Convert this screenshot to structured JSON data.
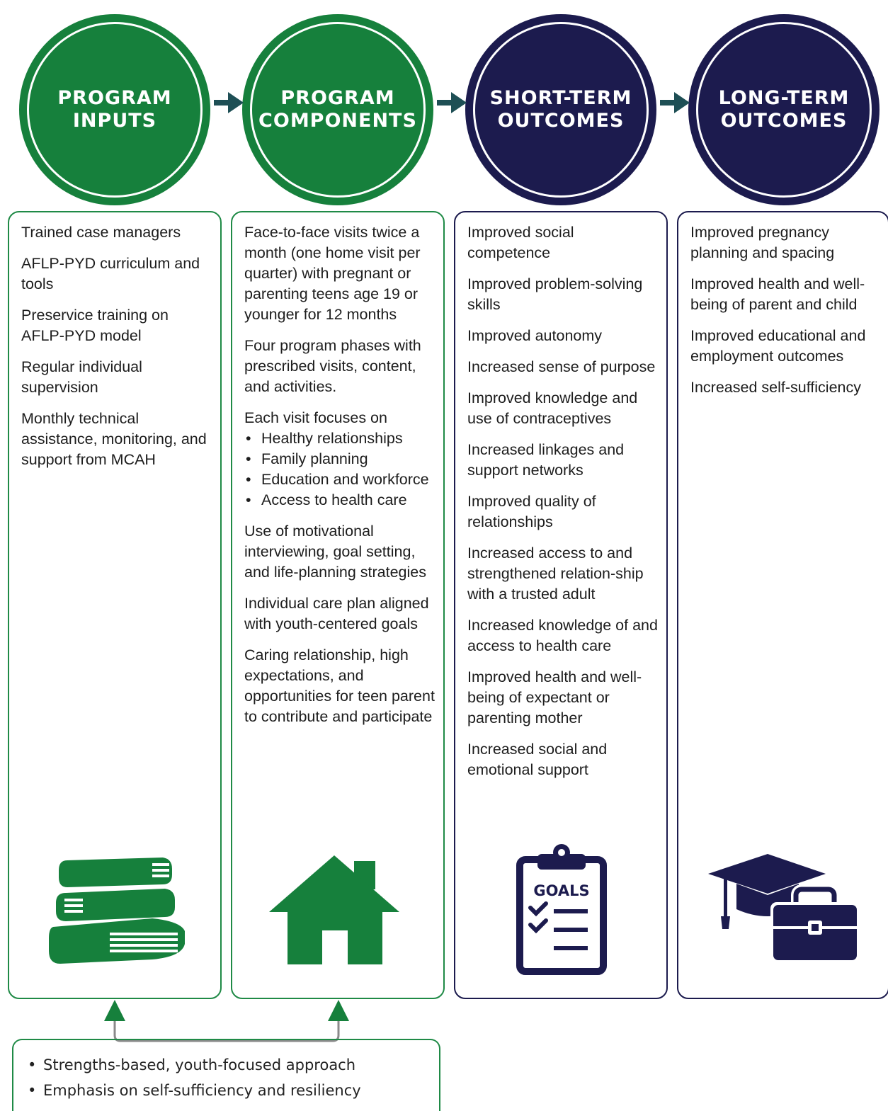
{
  "stages": [
    {
      "title": "PROGRAM\nINPUTS"
    },
    {
      "title": "PROGRAM\nCOMPONENTS"
    },
    {
      "title": "SHORT-TERM\nOUTCOMES"
    },
    {
      "title": "LONG-TERM\nOUTCOMES"
    }
  ],
  "columns": [
    {
      "items": [
        "Trained case managers",
        "AFLP-PYD curriculum and tools",
        "Preservice training on AFLP-PYD model",
        "Regular individual supervision",
        "Monthly technical assistance, monitoring, and support from MCAH"
      ],
      "icon": "books-icon"
    },
    {
      "items": [
        "Face-to-face visits twice a month (one home visit per quarter) with pregnant or parenting teens age 19 or younger for 12 months",
        "Four program phases with prescribed visits, content, and activities.",
        "Each visit focuses on",
        "Use of motivational interviewing, goal setting, and life-planning strategies",
        "Individual care plan aligned with youth-centered goals",
        "Caring relationship, high expectations, and opportunities for teen parent to contribute and participate"
      ],
      "focus_items": [
        "Healthy relationships",
        "Family planning",
        "Education and workforce",
        "Access to health care"
      ],
      "icon": "house-icon"
    },
    {
      "items": [
        "Improved social competence",
        "Improved problem-solving skills",
        "Improved autonomy",
        "Increased sense of purpose",
        "Improved knowledge and use of contraceptives",
        "Increased linkages and support networks",
        "Improved quality of relationships",
        "Increased access to and strengthened relation-ship with a trusted adult",
        "Increased knowledge of and access to health care",
        "Improved health and well-being of expectant or parenting mother",
        "Increased social and emotional support"
      ],
      "icon": "clipboard-goals-icon",
      "icon_label": "GOALS"
    },
    {
      "items": [
        "Improved pregnancy planning and spacing",
        "Improved health and well-being of parent and child",
        "Improved educational and employment outcomes",
        "Increased self-sufficiency"
      ],
      "icon": "graduation-cap-briefcase-icon"
    }
  ],
  "foundation": {
    "items": [
      "Strengths-based, youth-focused approach",
      "Emphasis on self-sufficiency and resiliency"
    ]
  },
  "colors": {
    "green": "#16803c",
    "navy": "#1c1b4e",
    "arrow": "#1e4f55"
  }
}
